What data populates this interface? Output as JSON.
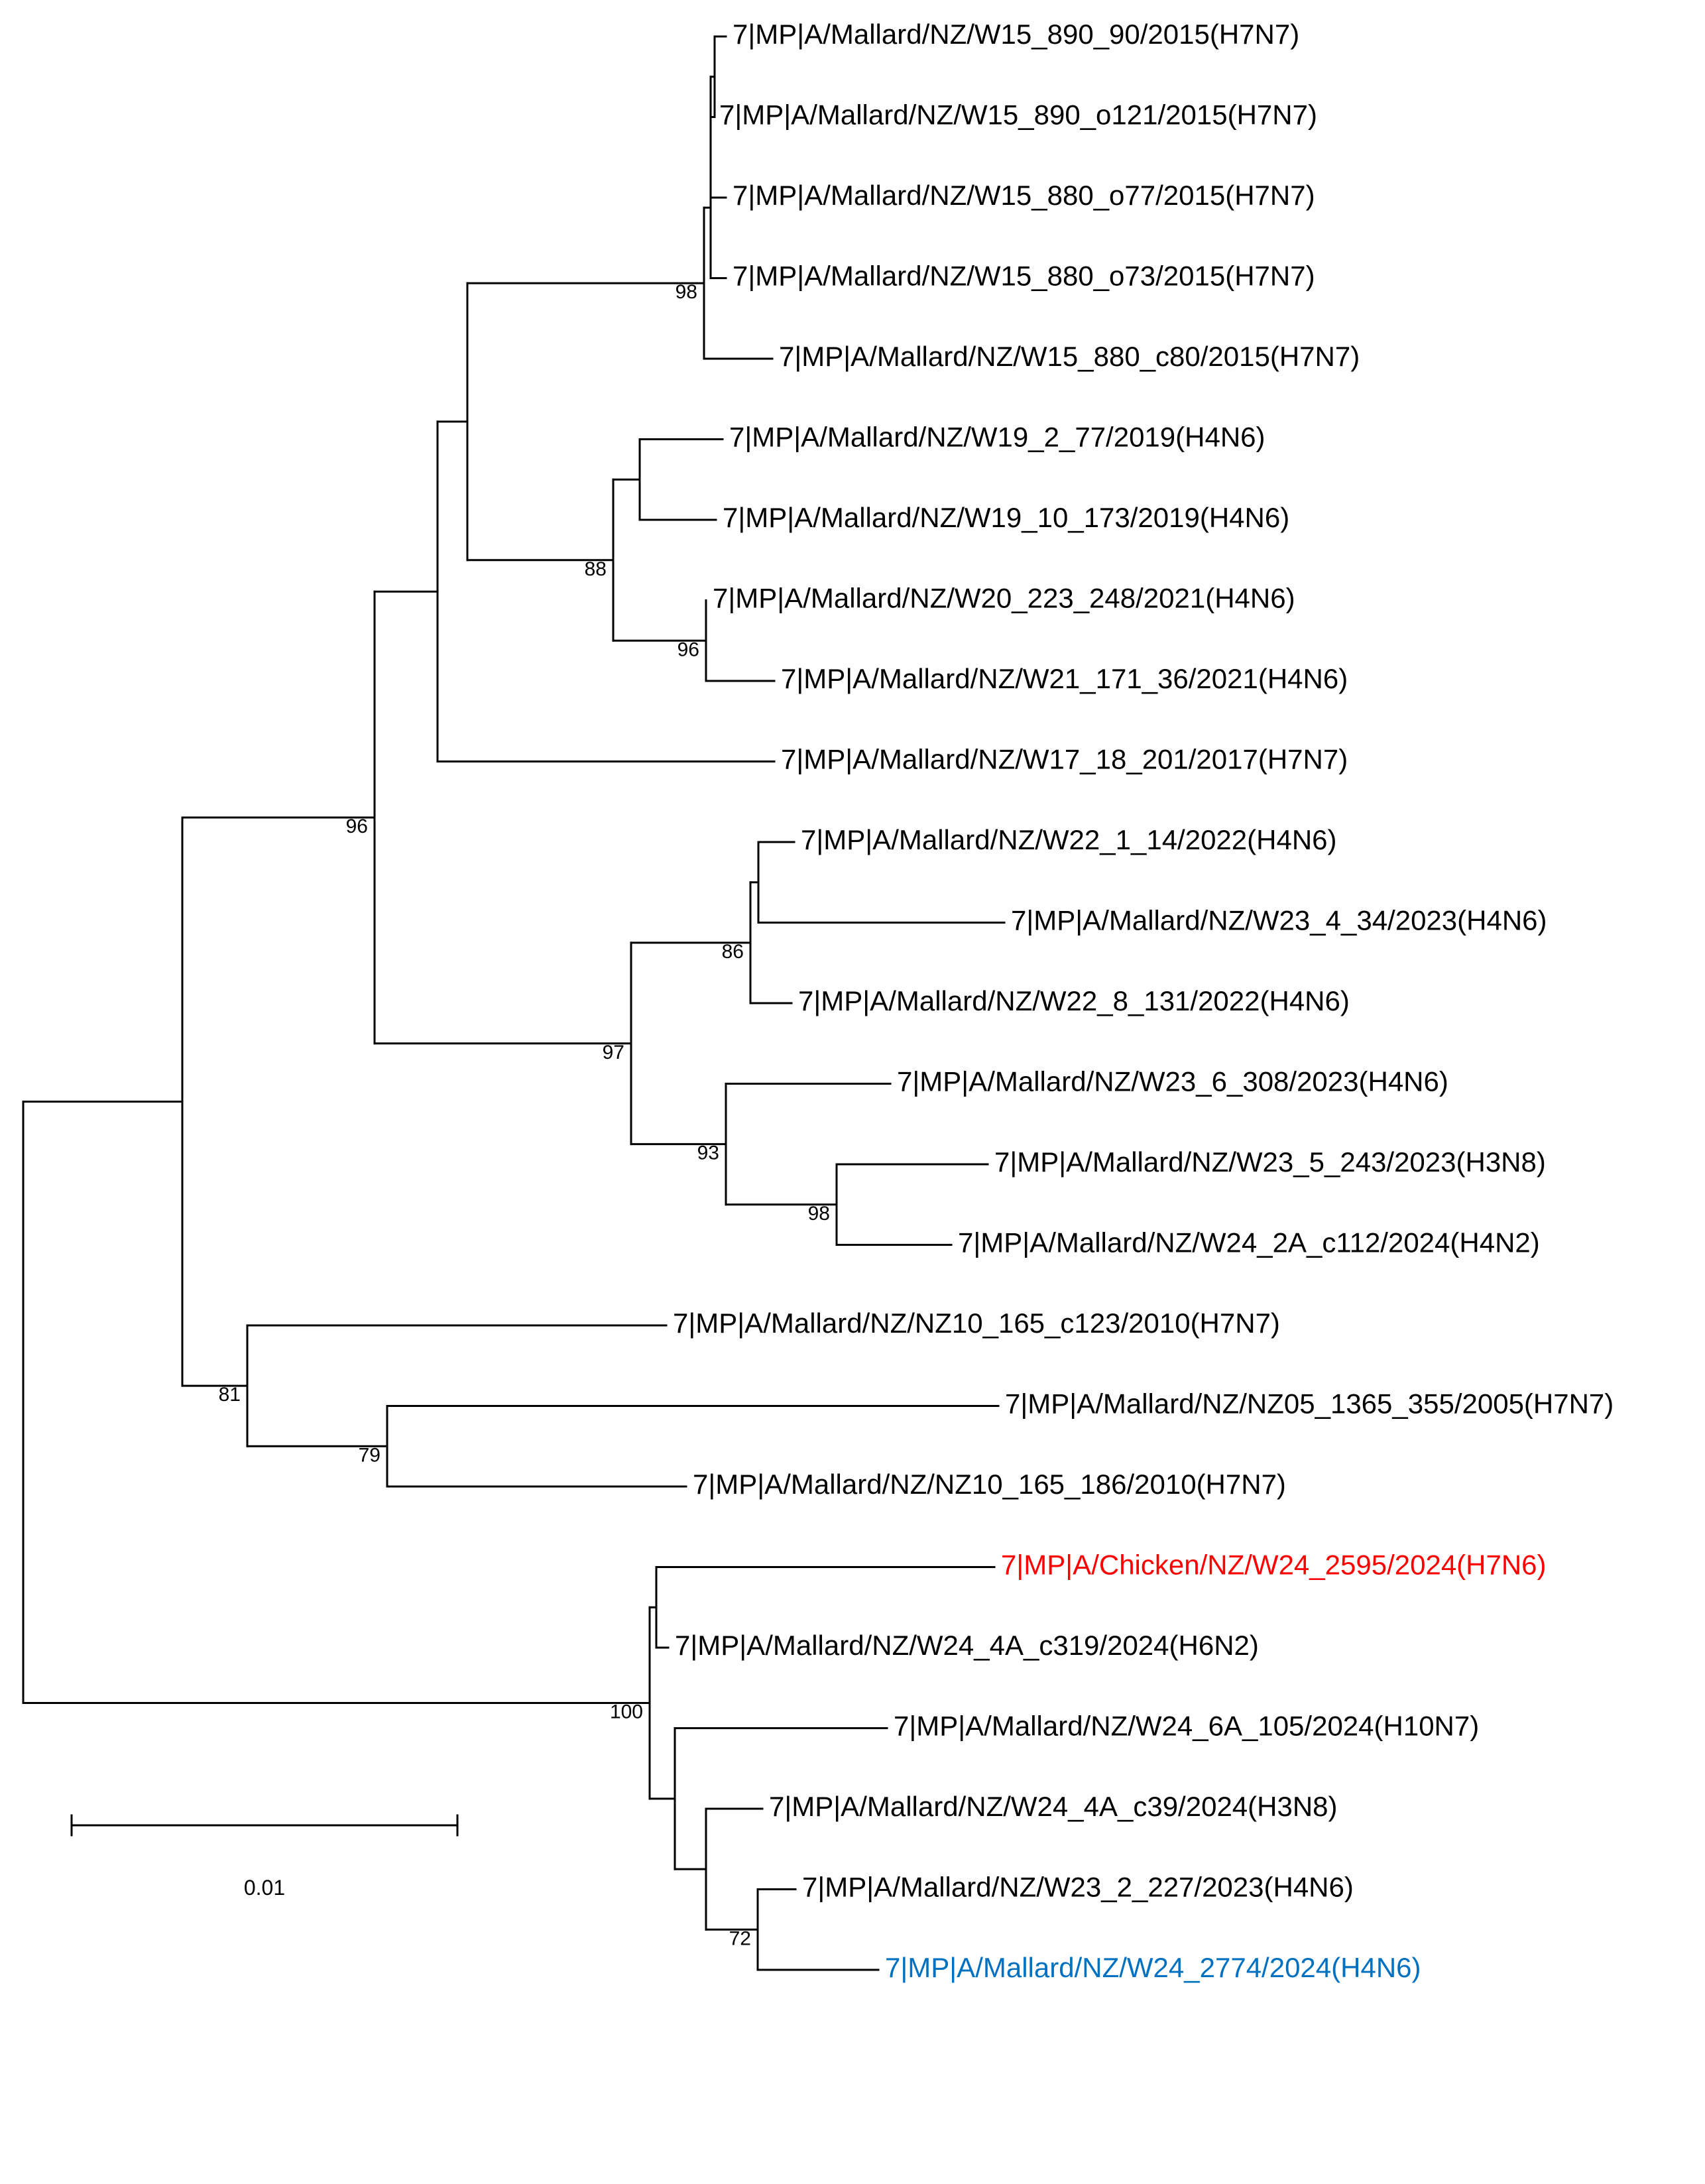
{
  "tips": [
    {
      "id": "t0",
      "label": "7|MP|A/Mallard/NZ/W15_890_90/2015(H7N7)"
    },
    {
      "id": "t1",
      "label": "7|MP|A/Mallard/NZ/W15_890_o121/2015(H7N7)"
    },
    {
      "id": "t2",
      "label": "7|MP|A/Mallard/NZ/W15_880_o77/2015(H7N7)"
    },
    {
      "id": "t3",
      "label": "7|MP|A/Mallard/NZ/W15_880_o73/2015(H7N7)"
    },
    {
      "id": "t4",
      "label": "7|MP|A/Mallard/NZ/W15_880_c80/2015(H7N7)"
    },
    {
      "id": "t5",
      "label": "7|MP|A/Mallard/NZ/W19_2_77/2019(H4N6)"
    },
    {
      "id": "t6",
      "label": "7|MP|A/Mallard/NZ/W19_10_173/2019(H4N6)"
    },
    {
      "id": "t7",
      "label": "7|MP|A/Mallard/NZ/W20_223_248/2021(H4N6)"
    },
    {
      "id": "t8",
      "label": "7|MP|A/Mallard/NZ/W21_171_36/2021(H4N6)"
    },
    {
      "id": "t9",
      "label": "7|MP|A/Mallard/NZ/W17_18_201/2017(H7N7)"
    },
    {
      "id": "t10",
      "label": "7|MP|A/Mallard/NZ/W22_1_14/2022(H4N6)"
    },
    {
      "id": "t11",
      "label": "7|MP|A/Mallard/NZ/W23_4_34/2023(H4N6)"
    },
    {
      "id": "t12",
      "label": "7|MP|A/Mallard/NZ/W22_8_131/2022(H4N6)"
    },
    {
      "id": "t13",
      "label": "7|MP|A/Mallard/NZ/W23_6_308/2023(H4N6)"
    },
    {
      "id": "t14",
      "label": "7|MP|A/Mallard/NZ/W23_5_243/2023(H3N8)"
    },
    {
      "id": "t15",
      "label": "7|MP|A/Mallard/NZ/W24_2A_c112/2024(H4N2)"
    },
    {
      "id": "t16",
      "label": "7|MP|A/Mallard/NZ/NZ10_165_c123/2010(H7N7)"
    },
    {
      "id": "t17",
      "label": "7|MP|A/Mallard/NZ/NZ05_1365_355/2005(H7N7)"
    },
    {
      "id": "t18",
      "label": "7|MP|A/Mallard/NZ/NZ10_165_186/2010(H7N7)"
    },
    {
      "id": "t19",
      "label": "7|MP|A/Chicken/NZ/W24_2595/2024(H7N6)",
      "color": "#ff0000"
    },
    {
      "id": "t20",
      "label": "7|MP|A/Mallard/NZ/W24_4A_c319/2024(H6N2)"
    },
    {
      "id": "t21",
      "label": "7|MP|A/Mallard/NZ/W24_6A_105/2024(H10N7)"
    },
    {
      "id": "t22",
      "label": "7|MP|A/Mallard/NZ/W24_4A_c39/2024(H3N8)"
    },
    {
      "id": "t23",
      "label": "7|MP|A/Mallard/NZ/W23_2_227/2023(H4N6)"
    },
    {
      "id": "t24",
      "label": "7|MP|A/Mallard/NZ/W24_2774/2024(H4N6)",
      "color": "#0070c0"
    }
  ],
  "support_values": [
    "98",
    "88",
    "96",
    "96",
    "86",
    "97",
    "93",
    "98",
    "81",
    "79",
    "100",
    "72"
  ],
  "scale_bar": {
    "label": "0.01"
  },
  "colors": {
    "branch": "#000000",
    "highlight_red": "#ff0000",
    "highlight_blue": "#0070c0"
  }
}
